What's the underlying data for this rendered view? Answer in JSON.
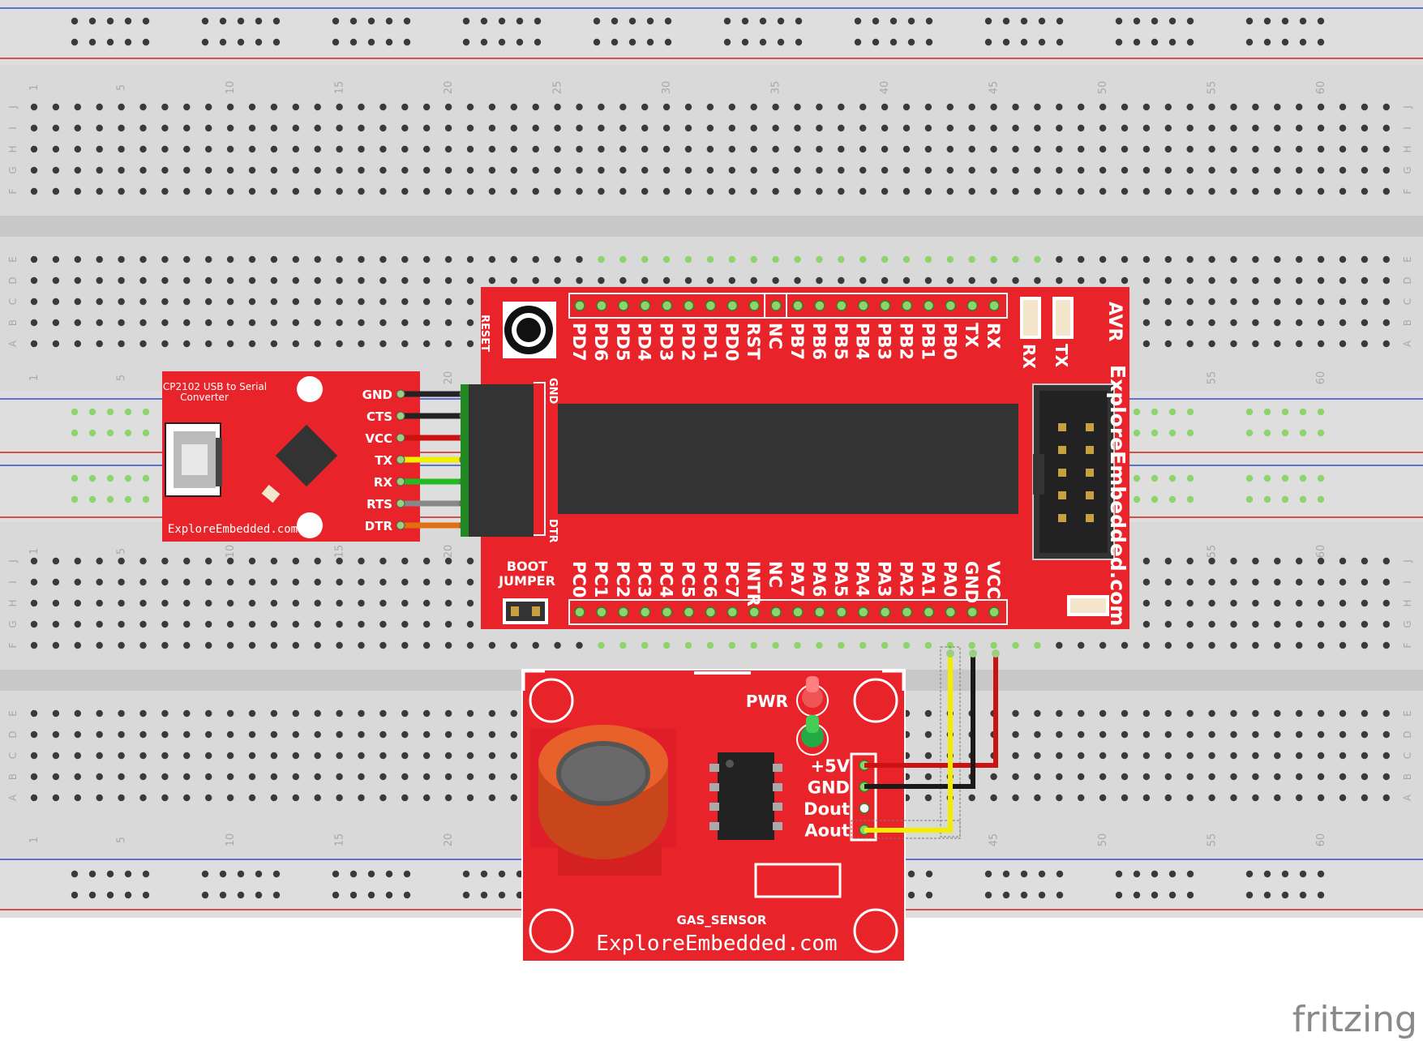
{
  "breadboard": {
    "column_numbers": [
      "1",
      "5",
      "10",
      "15",
      "20",
      "25",
      "30",
      "35",
      "40",
      "45",
      "50",
      "55",
      "60"
    ],
    "row_letters_top": [
      "J",
      "I",
      "H",
      "G",
      "F"
    ],
    "row_letters_mid": [
      "E",
      "D",
      "C",
      "B",
      "A"
    ]
  },
  "usb_converter": {
    "title_line1": "CP2102 USB to Serial",
    "title_line2": "Converter",
    "footer": "ExploreEmbedded.com",
    "pins": [
      "GND",
      "CTS",
      "VCC",
      "TX",
      "RX",
      "RTS",
      "DTR"
    ],
    "wire_colors": [
      "#222222",
      "#222222",
      "#cc1111",
      "#f2ee00",
      "#22bb22",
      "#888888",
      "#e07010"
    ]
  },
  "avr_board": {
    "brand": "ExploreEmbedded.com",
    "label_avr": "AVR",
    "label_reset": "RESET",
    "label_gnd": "GND",
    "label_dtr": "DTR",
    "label_boot1": "BOOT",
    "label_boot2": "JUMPER",
    "label_rx_led": "RX",
    "label_tx_led": "TX",
    "top_pins": [
      "PD7",
      "PD6",
      "PD5",
      "PD4",
      "PD3",
      "PD2",
      "PD1",
      "PD0",
      "RST",
      "NC",
      "PB7",
      "PB6",
      "PB5",
      "PB4",
      "PB3",
      "PB2",
      "PB1",
      "PB0",
      "TX",
      "RX"
    ],
    "bottom_pins": [
      "PC0",
      "PC1",
      "PC2",
      "PC3",
      "PC4",
      "PC5",
      "PC6",
      "PC7",
      "INTR",
      "NC",
      "PA7",
      "PA6",
      "PA5",
      "PA4",
      "PA3",
      "PA2",
      "PA1",
      "PA0",
      "GND",
      "VCC"
    ]
  },
  "gas_sensor": {
    "label_pwr": "PWR",
    "pins": [
      "+5V",
      "GND",
      "Dout",
      "Aout"
    ],
    "name": "GAS_SENSOR",
    "brand": "ExploreEmbedded.com"
  },
  "colors": {
    "board_red": "#e8242a",
    "breadboard": "#d9d9d9",
    "wire_red": "#cc1111",
    "wire_black": "#1a1a1a",
    "wire_yellow": "#f2ee00"
  },
  "watermark": "fritzing"
}
